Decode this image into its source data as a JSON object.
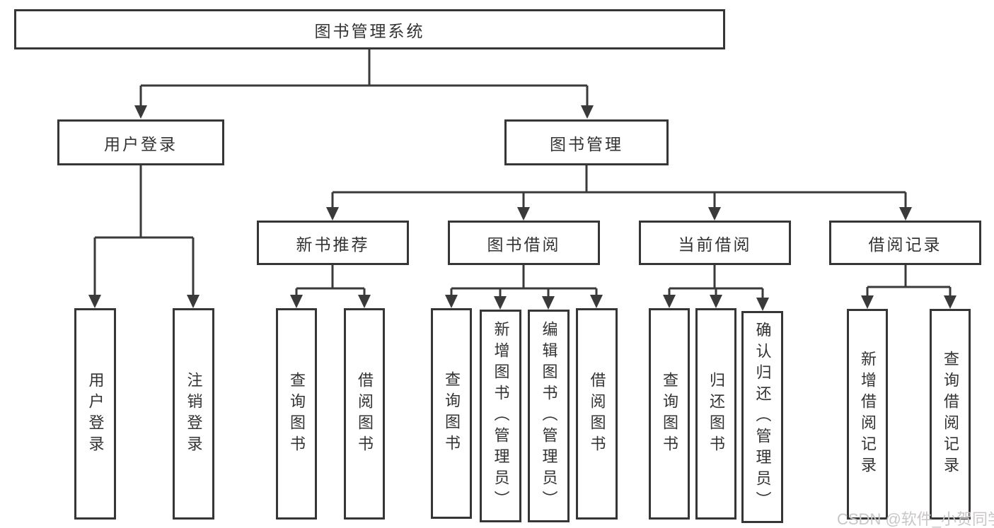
{
  "diagram": {
    "title": "图书管理系统",
    "branches": {
      "user_login": {
        "label": "用户登录",
        "children": [
          "用户登录",
          "注销登录"
        ]
      },
      "book_management": {
        "label": "图书管理",
        "sections": [
          {
            "label": "新书推荐",
            "children": [
              "查询图书",
              "借阅图书"
            ]
          },
          {
            "label": "图书借阅",
            "children": [
              "查询图书",
              "新增图书（管理员）",
              "编辑图书（管理员）",
              "借阅图书"
            ]
          },
          {
            "label": "当前借阅",
            "children": [
              "查询图书",
              "归还图书",
              "确认归还（管理员）"
            ]
          },
          {
            "label": "借阅记录",
            "children": [
              "新增借阅记录",
              "查询借阅记录"
            ]
          }
        ]
      }
    }
  },
  "watermark": "CSDN @软件_小贺同学",
  "colors": {
    "line": "#3a3a3a",
    "text": "#333333",
    "watermark": "#c9c6c5",
    "background": "#ffffff"
  }
}
